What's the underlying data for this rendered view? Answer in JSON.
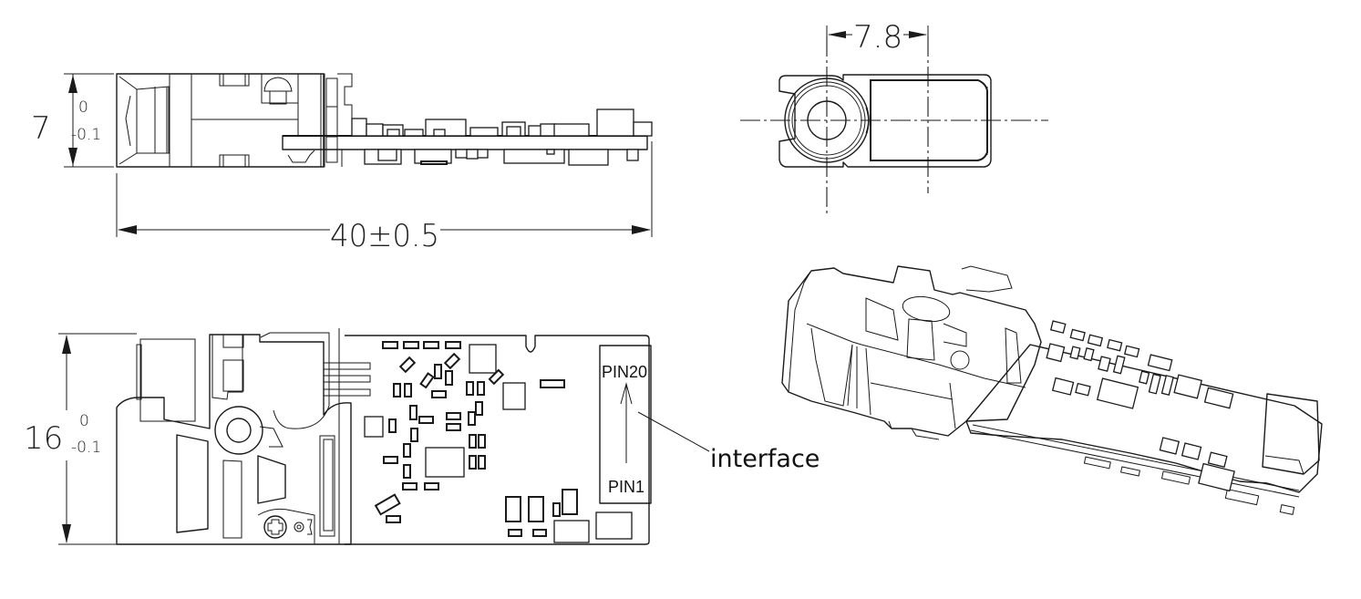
{
  "drawing": {
    "subject": "module dimension drawing",
    "views": [
      "side-view",
      "end-view",
      "top-view",
      "isometric-view"
    ],
    "units": "mm"
  },
  "dimensions": {
    "height": {
      "nominal": "7",
      "upper_tol": "0",
      "lower_tol": "-0.1"
    },
    "length": {
      "label": "40±0.5"
    },
    "center_distance": {
      "label": "7.8"
    },
    "width": {
      "nominal": "16",
      "upper_tol": "0",
      "lower_tol": "-0.1"
    }
  },
  "interface": {
    "callout": "interface",
    "pin_top": "PIN20",
    "pin_bottom": "PIN1"
  },
  "colors": {
    "line": "#1a1a1a",
    "background": "#ffffff"
  }
}
